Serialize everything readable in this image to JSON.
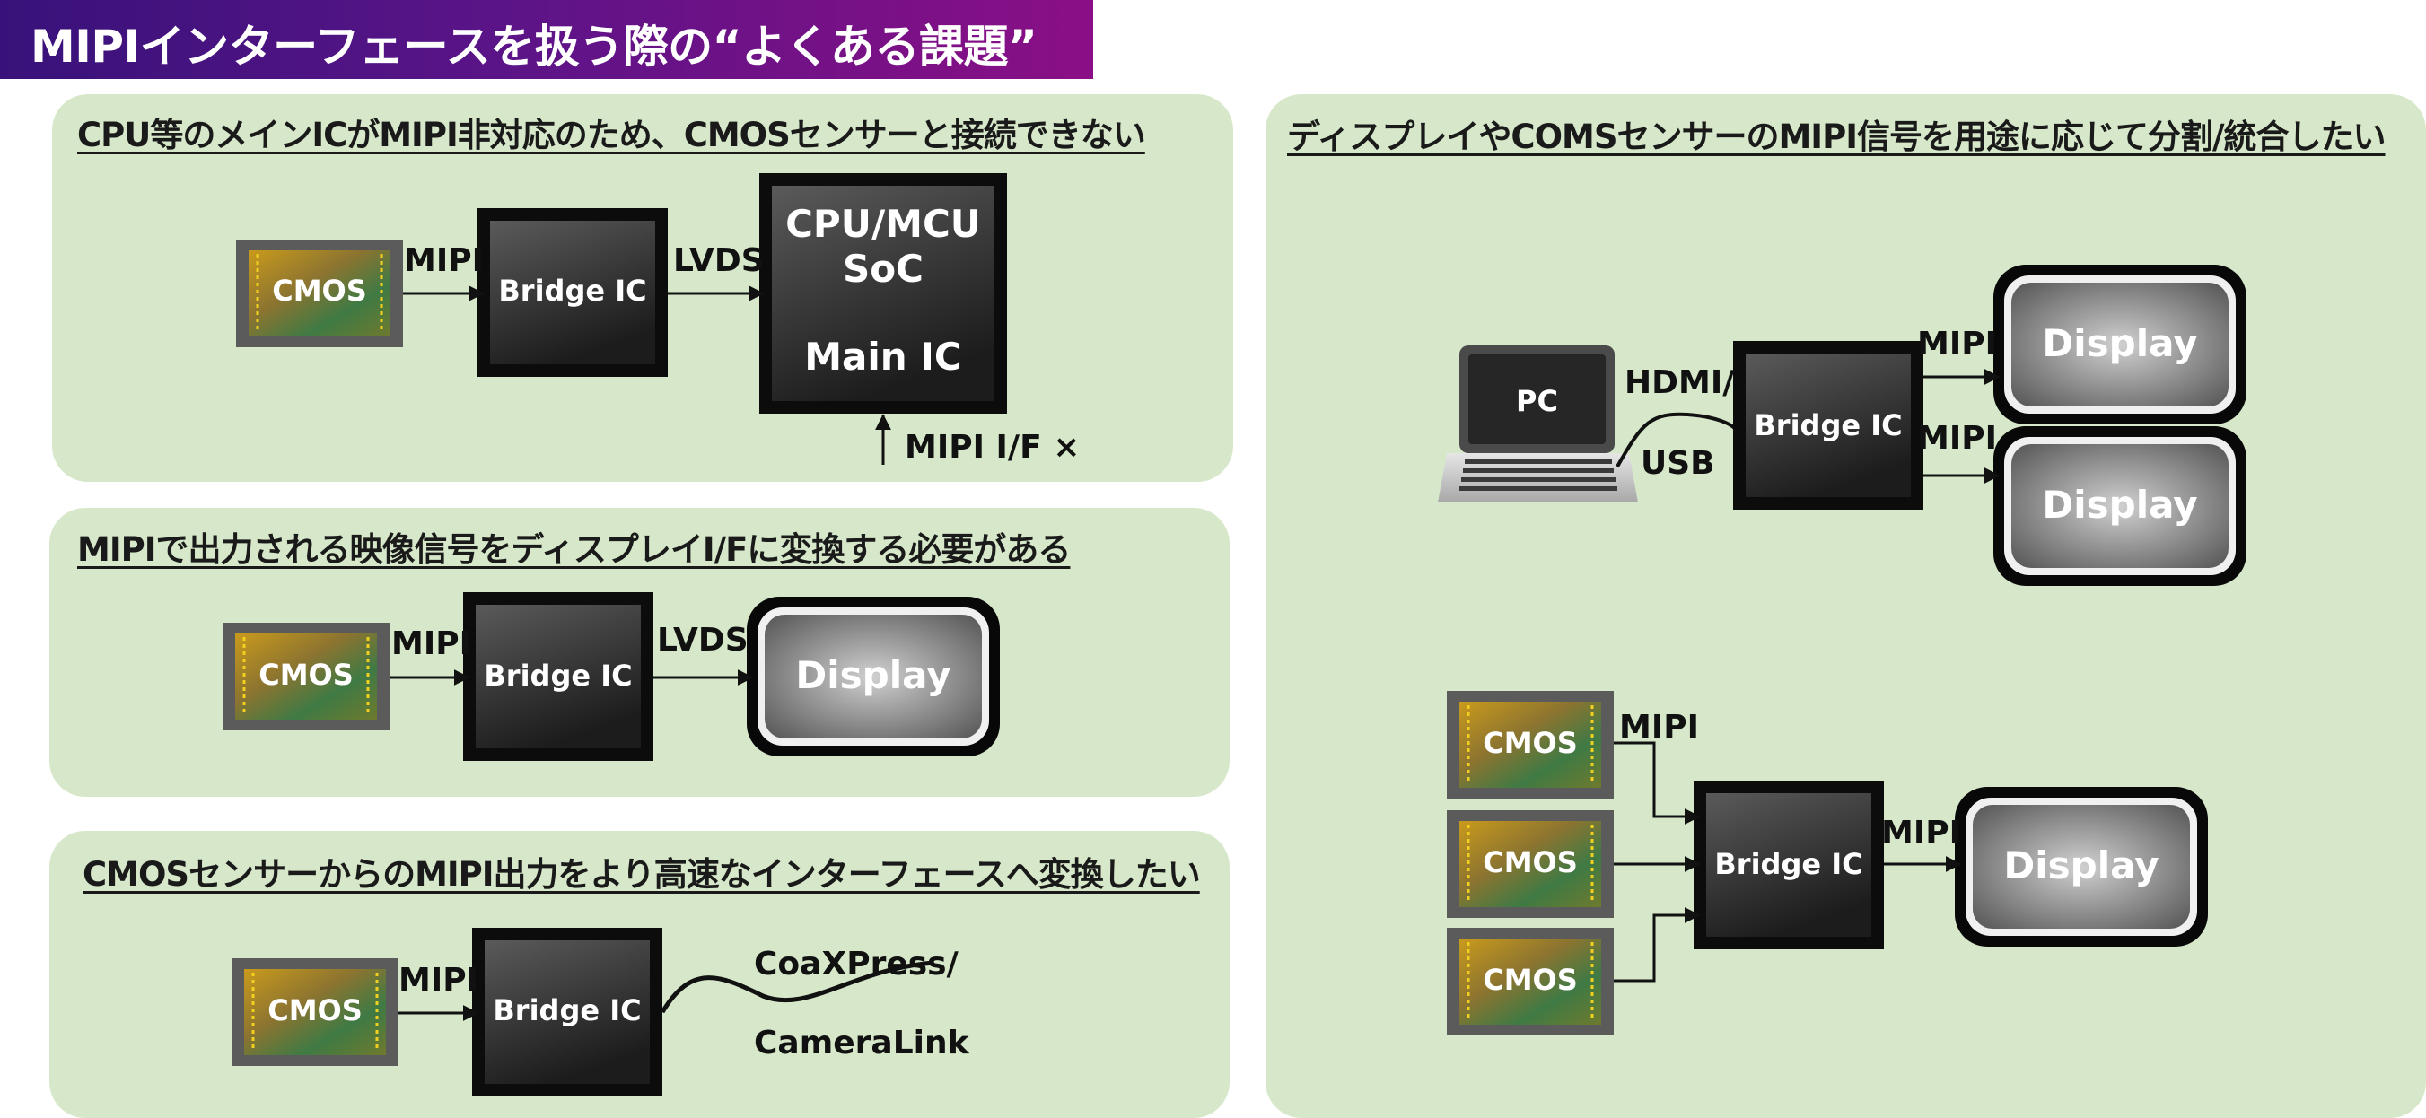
{
  "header": {
    "title": "MIPIインターフェースを扱う際の“よくある課題”"
  },
  "panels": {
    "p1": {
      "title": "CPU等のメインICがMIPI非対応のため、CMOSセンサーと接続できない"
    },
    "p2": {
      "title": "MIPIで出力される映像信号をディスプレイI/Fに変換する必要がある"
    },
    "p3": {
      "title": "CMOSセンサーからのMIPI出力をより高速なインターフェースへ変換したい"
    },
    "p4": {
      "title": "ディスプレイやCOMSセンサーのMIPI信号を用途に応じて分割/統合したい"
    }
  },
  "labels": {
    "cmos": "CMOS",
    "bridge": "Bridge IC",
    "display": "Display",
    "mipi": "MIPI",
    "lvds": "LVDS",
    "cpu_line1": "CPU/MCU",
    "cpu_line2": "SoC",
    "cpu_line3": "Main IC",
    "mipi_if_x": "MIPI I/F ×",
    "coaxpress": "CoaXPress/",
    "cameralink": "CameraLink",
    "pc": "PC",
    "hdmi": "HDMI/",
    "usb": "USB"
  }
}
